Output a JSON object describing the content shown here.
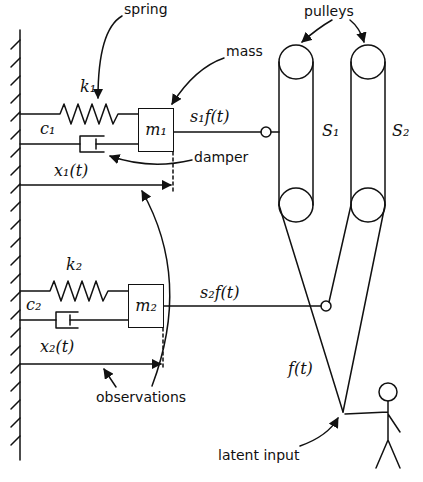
{
  "diagram": {
    "nodes": [
      {
        "text": [
          "m₁"
        ]
      },
      {
        "text": [
          "m₂"
        ]
      }
    ],
    "labels": [
      "pulleys",
      "spring",
      "k₁",
      "mass",
      "c₁",
      "s₁f(t)",
      "S₁",
      "S₂",
      "damper",
      "x₁(t)",
      "k₂",
      "c₂",
      "s₂f(t)",
      "x₂(t)",
      "observations",
      "f(t)",
      "latent input"
    ]
  }
}
